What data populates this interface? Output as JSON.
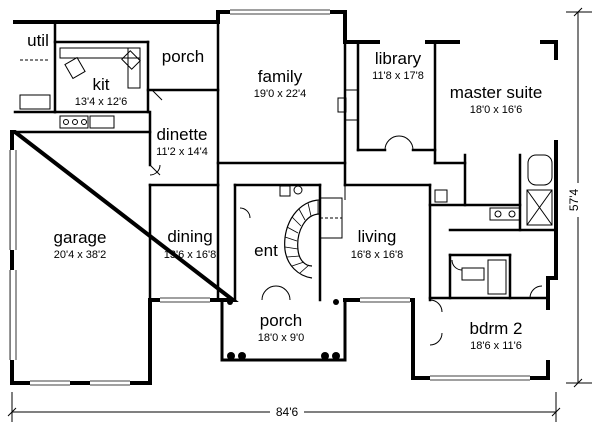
{
  "rooms": {
    "util": {
      "name": "util"
    },
    "porch_top": {
      "name": "porch"
    },
    "kit": {
      "name": "kit",
      "dim": "13'4 x 12'6"
    },
    "family": {
      "name": "family",
      "dim": "19'0 x 22'4"
    },
    "library": {
      "name": "library",
      "dim": "11'8 x 17'8"
    },
    "master": {
      "name": "master suite",
      "dim": "18'0 x 16'6"
    },
    "dinette": {
      "name": "dinette",
      "dim": "11'2 x 14'4"
    },
    "garage": {
      "name": "garage",
      "dim": "20'4 x 38'2"
    },
    "dining": {
      "name": "dining",
      "dim": "13'6 x 16'8"
    },
    "ent": {
      "name": "ent"
    },
    "living": {
      "name": "living",
      "dim": "16'8 x 16'8"
    },
    "porch_front": {
      "name": "porch",
      "dim": "18'0 x 9'0"
    },
    "bdrm2": {
      "name": "bdrm 2",
      "dim": "18'6 x 11'6"
    }
  },
  "overall": {
    "width": "84'6",
    "depth": "57'4"
  }
}
